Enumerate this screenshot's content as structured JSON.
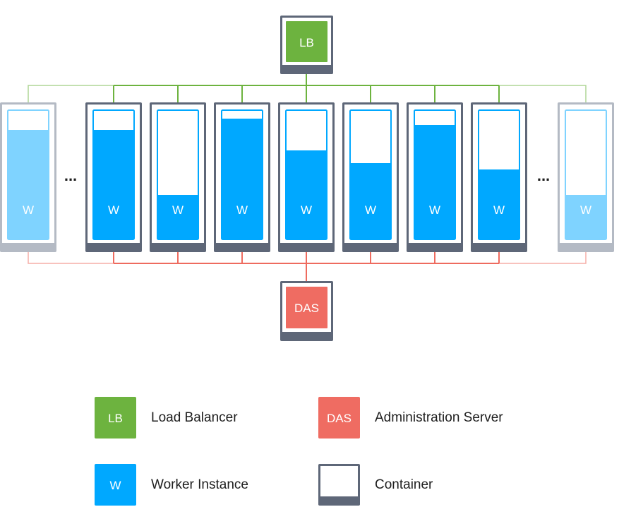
{
  "diagram": {
    "load_balancer_label": "LB",
    "das_label": "DAS",
    "worker_label": "W",
    "ellipsis": "...",
    "workers": [
      {
        "fill": 0.85,
        "faded": true
      },
      {
        "fill": 0.85,
        "faded": false
      },
      {
        "fill": 0.34,
        "faded": false
      },
      {
        "fill": 0.94,
        "faded": false
      },
      {
        "fill": 0.69,
        "faded": false
      },
      {
        "fill": 0.59,
        "faded": false
      },
      {
        "fill": 0.89,
        "faded": false
      },
      {
        "fill": 0.54,
        "faded": false
      },
      {
        "fill": 0.34,
        "faded": true
      }
    ]
  },
  "legend": {
    "lb": {
      "icon_text": "LB",
      "label": "Load Balancer"
    },
    "das": {
      "icon_text": "DAS",
      "label": "Administration Server"
    },
    "worker": {
      "icon_text": "W",
      "label": "Worker Instance"
    },
    "container": {
      "label": "Container"
    }
  },
  "colors": {
    "lb_green": "#6db33f",
    "das_red": "#ef6c62",
    "worker_blue": "#00a8ff",
    "worker_faded": "#7fd3ff",
    "container_dark": "#5e6778",
    "container_faded": "#b4bac4",
    "line_green": "#6db33f",
    "line_red": "#ee6b5f"
  }
}
